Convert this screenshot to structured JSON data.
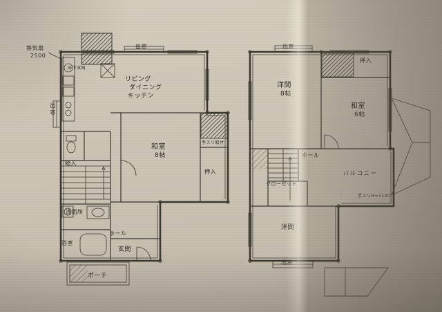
{
  "photo": {
    "paper_color": "#ccc4b5",
    "shadow_color": "#9d968a",
    "line_color": "#3a372e"
  },
  "floor1": {
    "vent_fan_label": "換気扇",
    "vent_fan_value": "2500",
    "bay_window_top": "出窓",
    "underfloor_storage": "床下収納",
    "ldk_line1": "リビング",
    "ldk_line2": "ダイニング",
    "ldk_line3": "キッチン",
    "bay_window_left": "出窓",
    "storage": "物入",
    "japanese_room": "和室",
    "japanese_room_size": "8帖",
    "handrail_note": "手スリ取付",
    "closet": "押入",
    "washroom": "洗面所",
    "bathroom": "浴室",
    "hall": "ホール",
    "entrance": "玄関",
    "porch": "ポーチ"
  },
  "floor2": {
    "bay_window_top": "出窓",
    "closet_top": "押入",
    "western_room_top": "洋間",
    "western_room_top_size": "8帖",
    "japanese_room": "和室",
    "japanese_room_size": "6帖",
    "hall": "ホール",
    "closet": "クローゼット",
    "balcony": "バルコニー",
    "balcony_handrail": "手スリH=1120",
    "western_room_bottom": "洋間",
    "bay_window_bottom": "出窓"
  }
}
